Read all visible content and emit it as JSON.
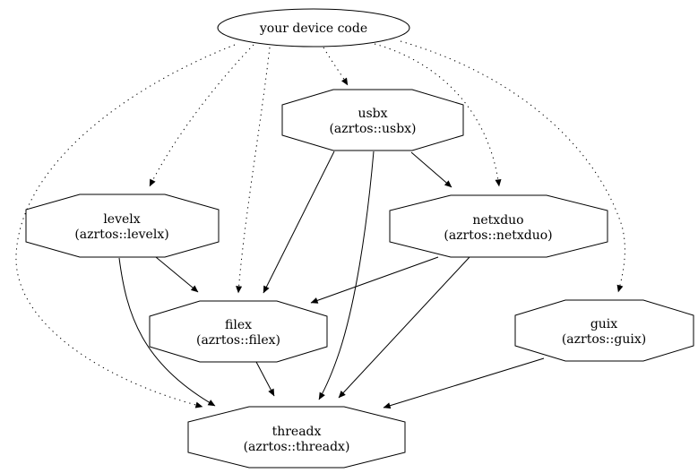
{
  "diagram": {
    "type": "dependency-graph",
    "colors": {
      "background": "#ffffff",
      "stroke": "#000000",
      "text": "#000000",
      "node_fill": "#ffffff"
    },
    "root": {
      "id": "device-code",
      "shape": "ellipse",
      "label": "your device code"
    },
    "nodes": [
      {
        "id": "usbx",
        "shape": "octagon",
        "label": "usbx",
        "sublabel": "(azrtos::usbx)"
      },
      {
        "id": "levelx",
        "shape": "octagon",
        "label": "levelx",
        "sublabel": "(azrtos::levelx)"
      },
      {
        "id": "netxduo",
        "shape": "octagon",
        "label": "netxduo",
        "sublabel": "(azrtos::netxduo)"
      },
      {
        "id": "filex",
        "shape": "octagon",
        "label": "filex",
        "sublabel": "(azrtos::filex)"
      },
      {
        "id": "guix",
        "shape": "octagon",
        "label": "guix",
        "sublabel": "(azrtos::guix)"
      },
      {
        "id": "threadx",
        "shape": "octagon",
        "label": "threadx",
        "sublabel": "(azrtos::threadx)"
      }
    ],
    "edges": [
      {
        "from": "your device code",
        "to": "usbx",
        "style": "dotted"
      },
      {
        "from": "your device code",
        "to": "levelx",
        "style": "dotted"
      },
      {
        "from": "your device code",
        "to": "netxduo",
        "style": "dotted"
      },
      {
        "from": "your device code",
        "to": "filex",
        "style": "dotted"
      },
      {
        "from": "your device code",
        "to": "guix",
        "style": "dotted"
      },
      {
        "from": "your device code",
        "to": "threadx",
        "style": "dotted"
      },
      {
        "from": "usbx",
        "to": "netxduo",
        "style": "solid"
      },
      {
        "from": "usbx",
        "to": "filex",
        "style": "solid"
      },
      {
        "from": "usbx",
        "to": "threadx",
        "style": "solid"
      },
      {
        "from": "levelx",
        "to": "filex",
        "style": "solid"
      },
      {
        "from": "levelx",
        "to": "threadx",
        "style": "solid"
      },
      {
        "from": "netxduo",
        "to": "filex",
        "style": "solid"
      },
      {
        "from": "netxduo",
        "to": "threadx",
        "style": "solid"
      },
      {
        "from": "filex",
        "to": "threadx",
        "style": "solid"
      },
      {
        "from": "guix",
        "to": "threadx",
        "style": "solid"
      }
    ]
  }
}
